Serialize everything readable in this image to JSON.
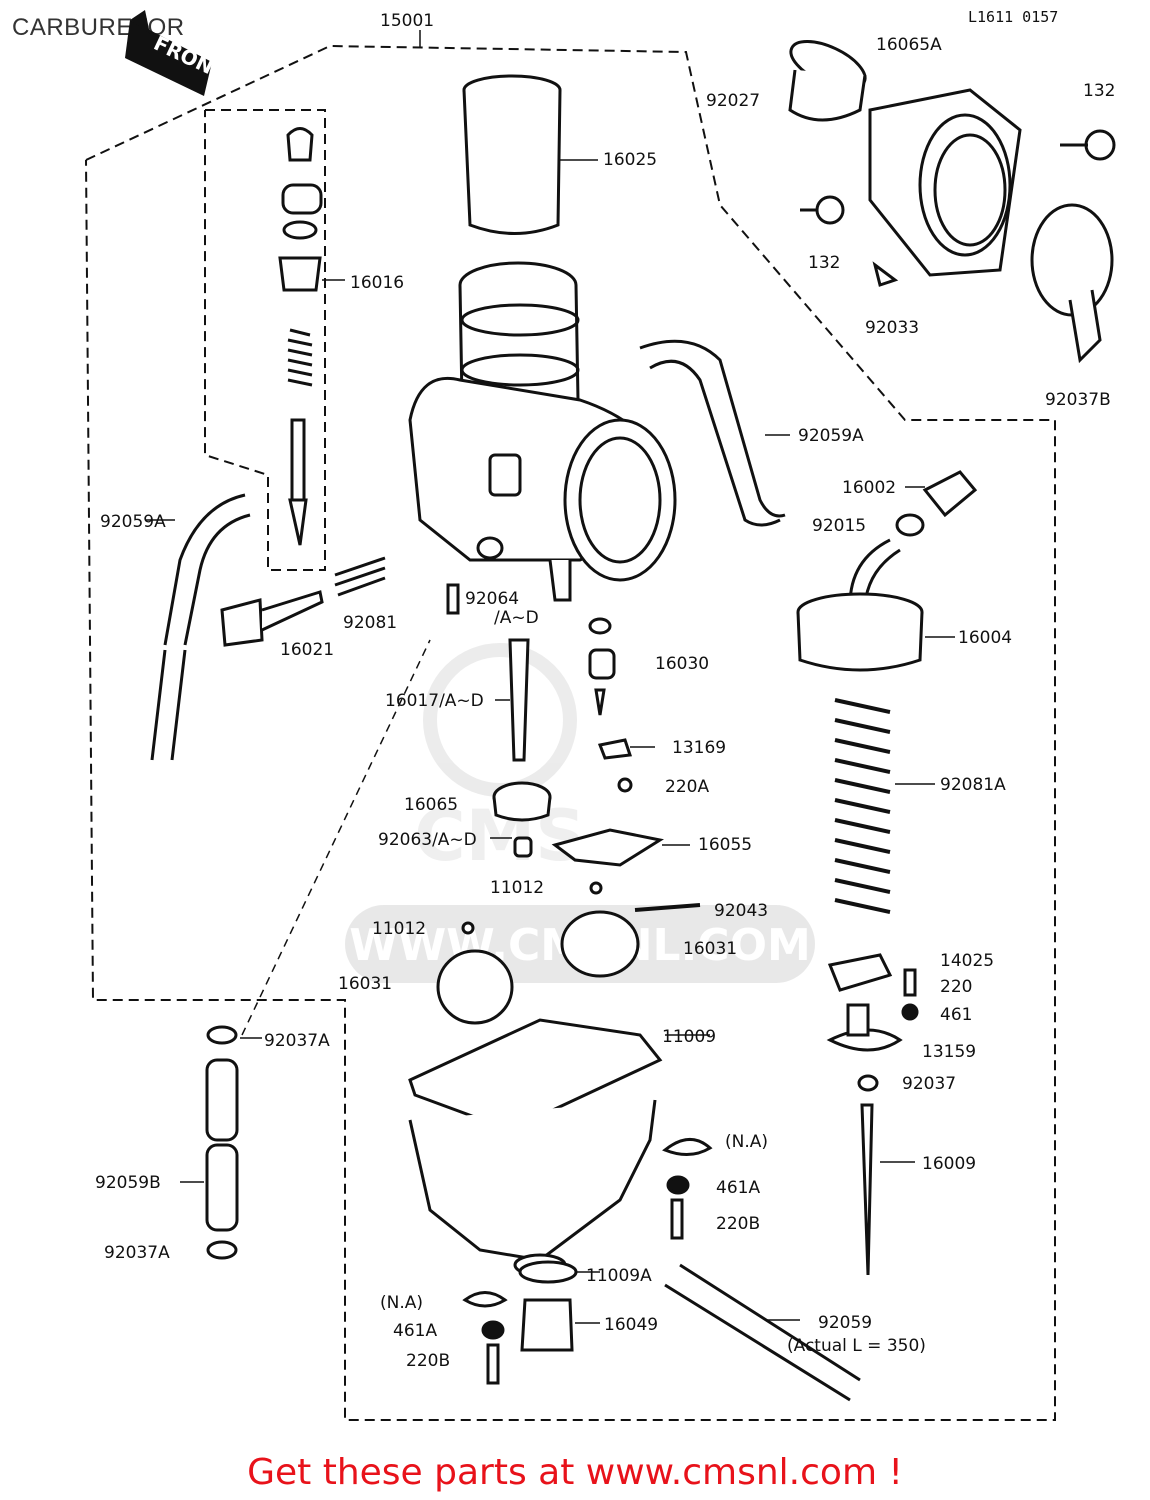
{
  "page_title": "CARBURETOR",
  "ref_code": "L1611 0157",
  "front_label": "FRONT",
  "watermark_text": "WWW.CMSNL.COM",
  "footer_text": "Get these parts at www.cmsnl.com !",
  "colors": {
    "line": "#111111",
    "footer": "#e8121a",
    "watermark": "#cfcfcf"
  },
  "parts": [
    {
      "id": "15001",
      "text": "15001"
    },
    {
      "id": "16065A",
      "text": "16065A"
    },
    {
      "id": "92027",
      "text": "92027"
    },
    {
      "id": "132a",
      "text": "132"
    },
    {
      "id": "132b",
      "text": "132"
    },
    {
      "id": "92033",
      "text": "92033"
    },
    {
      "id": "92037B",
      "text": "92037B"
    },
    {
      "id": "16025",
      "text": "16025"
    },
    {
      "id": "16016",
      "text": "16016"
    },
    {
      "id": "92059A-right",
      "text": "92059A"
    },
    {
      "id": "92059A-left",
      "text": "92059A"
    },
    {
      "id": "16002",
      "text": "16002"
    },
    {
      "id": "92015",
      "text": "92015"
    },
    {
      "id": "16004",
      "text": "16004"
    },
    {
      "id": "92081",
      "text": "92081"
    },
    {
      "id": "16021",
      "text": "16021"
    },
    {
      "id": "92064",
      "text": "92064"
    },
    {
      "id": "A-D-1",
      "text": "/A~D"
    },
    {
      "id": "16030",
      "text": "16030"
    },
    {
      "id": "16017",
      "text": "16017/A~D"
    },
    {
      "id": "13169",
      "text": "13169"
    },
    {
      "id": "220A",
      "text": "220A"
    },
    {
      "id": "92081A",
      "text": "92081A"
    },
    {
      "id": "16065",
      "text": "16065"
    },
    {
      "id": "92063",
      "text": "92063/A~D"
    },
    {
      "id": "16055",
      "text": "16055"
    },
    {
      "id": "11012a",
      "text": "11012"
    },
    {
      "id": "92043",
      "text": "92043"
    },
    {
      "id": "11012b",
      "text": "11012"
    },
    {
      "id": "16031a",
      "text": "16031"
    },
    {
      "id": "16031b",
      "text": "16031"
    },
    {
      "id": "14025",
      "text": "14025"
    },
    {
      "id": "220",
      "text": "220"
    },
    {
      "id": "461",
      "text": "461"
    },
    {
      "id": "11009",
      "text": "11009"
    },
    {
      "id": "13159",
      "text": "13159"
    },
    {
      "id": "92037A-top",
      "text": "92037A"
    },
    {
      "id": "92037",
      "text": "92037"
    },
    {
      "id": "NA-right",
      "text": "(N.A)"
    },
    {
      "id": "16009",
      "text": "16009"
    },
    {
      "id": "461A-right",
      "text": "461A"
    },
    {
      "id": "92059B",
      "text": "92059B"
    },
    {
      "id": "220B-right",
      "text": "220B"
    },
    {
      "id": "92037A-bottom",
      "text": "92037A"
    },
    {
      "id": "11009A",
      "text": "11009A"
    },
    {
      "id": "NA-left",
      "text": "(N.A)"
    },
    {
      "id": "16049",
      "text": "16049"
    },
    {
      "id": "92059",
      "text": "92059"
    },
    {
      "id": "461A-left",
      "text": "461A"
    },
    {
      "id": "actual-len",
      "text": "(Actual L = 350)"
    },
    {
      "id": "220B-left",
      "text": "220B"
    }
  ]
}
